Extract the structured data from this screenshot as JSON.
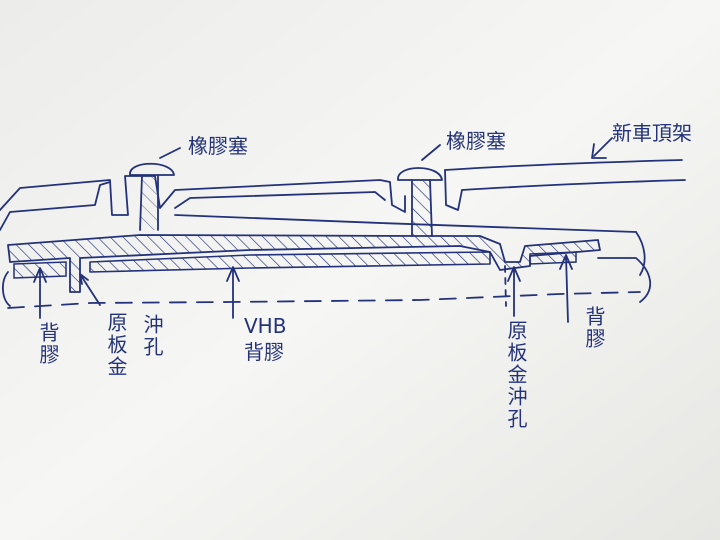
{
  "labels": {
    "rubber_plug_left": "橡膠塞",
    "rubber_plug_right": "橡膠塞",
    "new_roof_rack": "新車頂架",
    "adhesive_left": "背膠",
    "original_sheet_hole_left_col1": "原板金",
    "original_sheet_hole_left_col2": "沖孔",
    "vhb_line1": "VHB",
    "vhb_line2": "背膠",
    "original_sheet_hole_right": "原板金沖孔",
    "adhesive_right": "背膠"
  },
  "colors": {
    "ink": "#23327a",
    "paper": "#f3f3f0",
    "paper_shadow": "#c9cac6"
  }
}
